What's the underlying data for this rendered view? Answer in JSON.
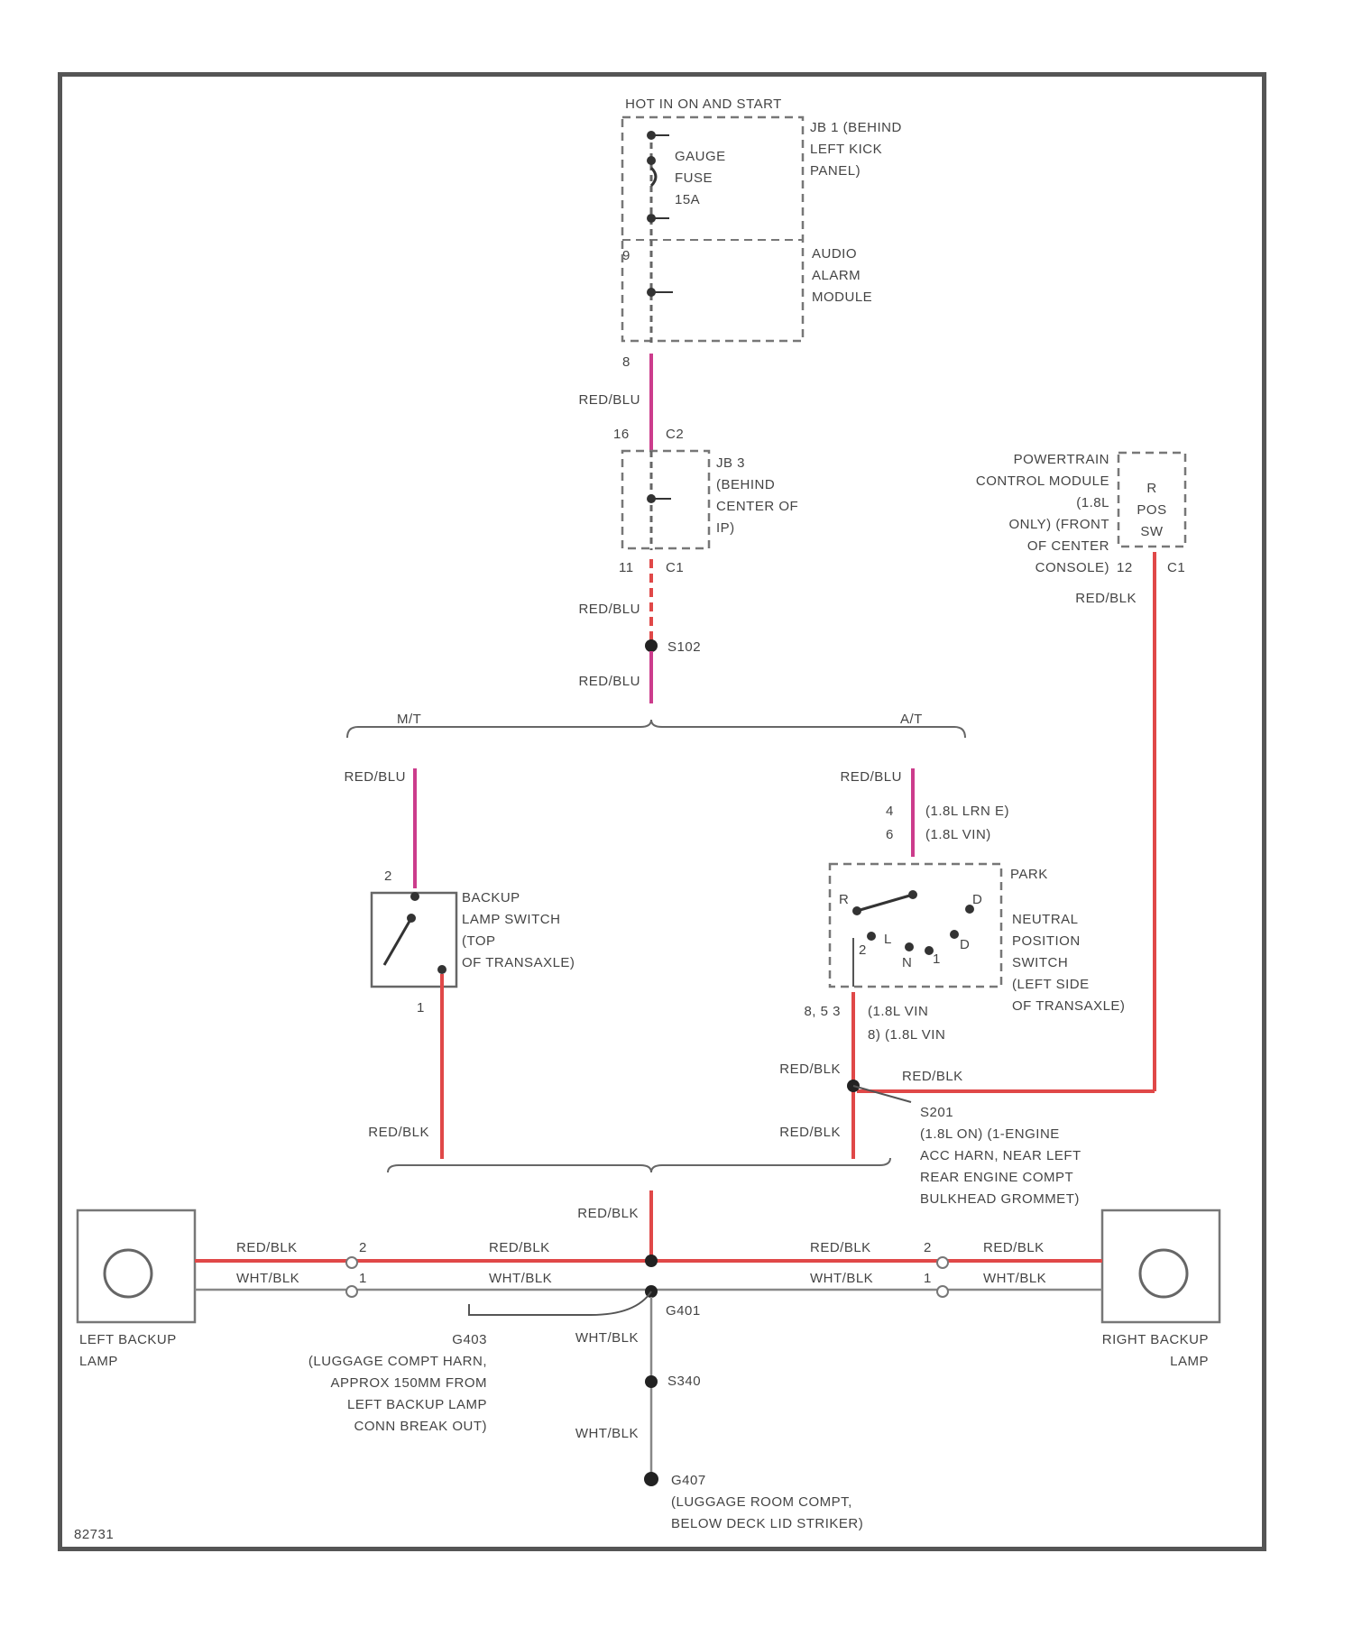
{
  "colors": {
    "frame": "#555555",
    "wire_red_blu": "#cc3c8c",
    "wire_red_blk": "#e04848",
    "wire_wht_blk": "#888888",
    "dashed_box": "#777777"
  },
  "labels": {
    "hot_in": "HOT IN ON AND START",
    "jb1": "JB 1 (BEHIND\nLEFT KICK\nPANEL)",
    "gauge_fuse": "GAUGE\nFUSE\n15A",
    "audio_alarm": "AUDIO\nALARM\nMODULE",
    "pin_8": "8",
    "pin_9": "9",
    "wire_redblu_1": "RED/BLU",
    "pin_16": "16",
    "conn_c2": "C2",
    "jb3": "JB 3\n(BEHIND\nCENTER OF\nIP)",
    "pin_11": "11",
    "conn_c1": "C1",
    "wire_redblu_2": "RED/BLU",
    "splice_s102": "S102",
    "wire_redblu_3": "RED/BLU",
    "pcm": "POWERTRAIN\nCONTROL MODULE\n(1.8L\nONLY) (FRONT\nOF CENTER\nCONSOLE)",
    "pcm_pin_text": "R\nPOS\nSW",
    "pcm_pin_12": "12",
    "pcm_conn_c1": "C1",
    "wire_redblk_pcm": "RED/BLK",
    "mt": "M/T",
    "at": "A/T",
    "wire_redblu_mt": "RED/BLU",
    "wire_redblu_at": "RED/BLU",
    "at_pin_a": "4",
    "at_pin_a_note": "(1.8L LRN E)",
    "at_pin_b": "6",
    "at_pin_b_note": "(1.8L VIN)",
    "mt_pin_2": "2",
    "backup_switch": "BACKUP\nLAMP SWITCH\n(TOP\nOF TRANSAXLE)",
    "mt_pin_1": "1",
    "park": "PARK",
    "nps_letters": [
      "R",
      "D",
      "2",
      "N",
      "1",
      "D",
      "L"
    ],
    "nps": "NEUTRAL\nPOSITION\nSWITCH\n(LEFT SIDE\nOF TRANSAXLE)",
    "nps_pins": "8, 5 3",
    "nps_note_1": "(1.8L VIN",
    "nps_note_2": "8) (1.8L VIN",
    "wire_redblk_1": "RED/BLK",
    "wire_redblk_2": "RED/BLK",
    "wire_redblk_3": "RED/BLK",
    "wire_redblk_4": "RED/BLK",
    "s201": "S201\n(1.8L ON) (1-ENGINE\nACC HARN, NEAR LEFT\nREAR ENGINE COMPT\nBULKHEAD GROMMET)",
    "wire_redblk_5": "RED/BLK",
    "lb_red": "RED/BLK",
    "lb_wht": "WHT/BLK",
    "lb_pin_2": "2",
    "lb_pin_1": "1",
    "lc_red": "RED/BLK",
    "lc_wht": "WHT/BLK",
    "rc_red": "RED/BLK",
    "rc_wht": "WHT/BLK",
    "rb_pin_2": "2",
    "rb_pin_1": "1",
    "rb_red": "RED/BLK",
    "rb_wht": "WHT/BLK",
    "left_lamp": "LEFT BACKUP\nLAMP",
    "right_lamp": "RIGHT BACKUP\nLAMP",
    "g403": "G403\n(LUGGAGE COMPT HARN,\nAPPROX 150MM FROM\nLEFT BACKUP LAMP\nCONN BREAK OUT)",
    "g401_label": "G401",
    "wire_whtblk_1": "WHT/BLK",
    "s340": "S340",
    "wire_whtblk_2": "WHT/BLK",
    "g407": "G407\n(LUGGAGE ROOM COMPT,\nBELOW DECK LID STRIKER)",
    "fig_id": "82731"
  }
}
